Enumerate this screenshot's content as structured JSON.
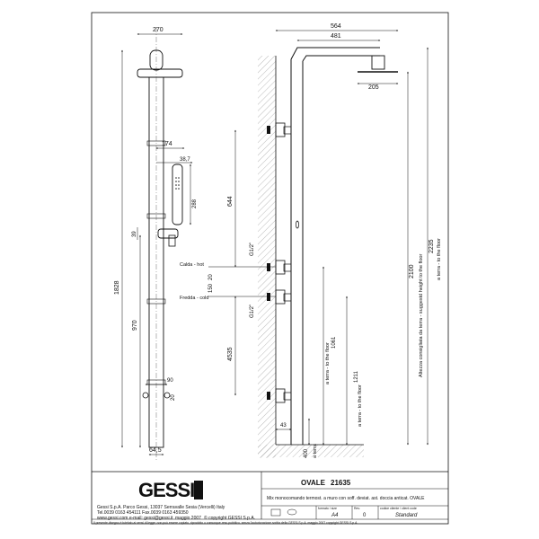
{
  "drawing": {
    "model": "OVALE",
    "code": "21635",
    "description": "Mix monocomando termost. a muro con soff. deviat. ast. doccia anticat. OVALE",
    "format_label": "formato / size",
    "format": "A4",
    "revision_label": "Rev.",
    "revision": "0",
    "client_code_label": "codice cliente / client code",
    "client_code": "Standard"
  },
  "company": {
    "logo": "GESSI",
    "address": "Gessi S.p.A. Parco Gessi, 13037 Serravalle Sesia (Vercelli) Italy",
    "phone": "Tel.0039  0163  454111  Fax.0039  0163  459350",
    "web": "www.gessi.com   e-mail: gessi@gessi.it",
    "date_line": "maggio 2007",
    "copyright": "© copyright GESSI S.p.A.",
    "footer_notice": "Il presente disegno è tutelato ai sensi di legge; non può essere copiato, riprodotto o comunque reso pubblico, senza l'autorizzazione scritta della GESSI S.p.A.   maggio 2007   copyright GESSI S.p.A."
  },
  "front_view": {
    "dims": [
      "270",
      "174",
      "38,7",
      "288",
      "39",
      "1828",
      "970",
      "90",
      "20",
      "64,5"
    ]
  },
  "side_view": {
    "dims": [
      "564",
      "481",
      "205",
      "644",
      "G1/2\"",
      "150",
      "20",
      "G1/2\"",
      "4535",
      "1061",
      "1211",
      "43",
      "400",
      "2100",
      "2235"
    ],
    "labels": {
      "hot": "Calda - hot",
      "cold": "Fredda - cold",
      "floor_short": "a terra - to the floor",
      "floor_1211": "a terra - to the floor",
      "floor_400": "a terra",
      "suggested_height": "Altezza consigliata da terra - suggestd height to the floor",
      "floor_2235": "a terra - to the floor"
    }
  }
}
